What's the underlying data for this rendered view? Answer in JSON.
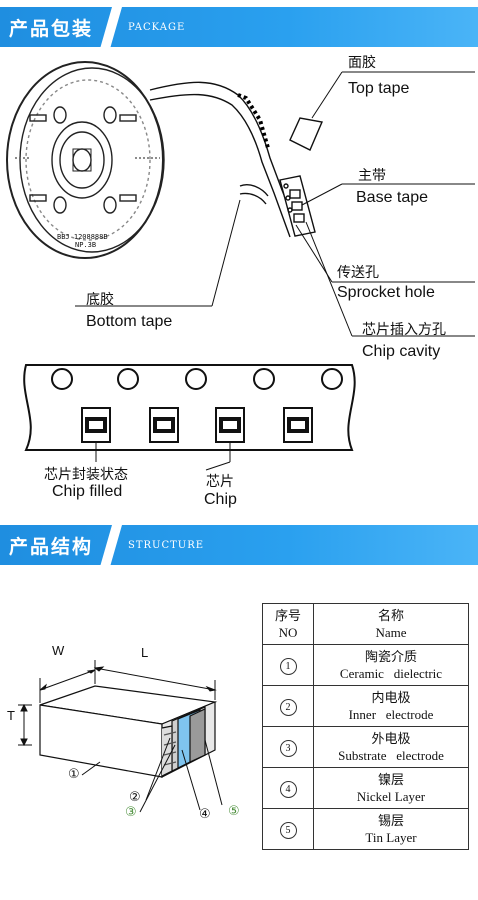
{
  "package_banner": {
    "title_cn": "产品包装",
    "title_en": "PACKAGE"
  },
  "structure_banner": {
    "title_cn": "产品结构",
    "title_en": "STRUCTURE"
  },
  "tape_labels": {
    "top_tape_cn": "面胶",
    "top_tape_en": "Top tape",
    "base_tape_cn": "主带",
    "base_tape_en": "Base tape",
    "sprocket_cn": "传送孔",
    "sprocket_en": "Sprocket hole",
    "bottom_tape_cn": "底胶",
    "bottom_tape_en": "Bottom tape",
    "cavity_cn": "芯片插入方孔",
    "cavity_en": "Chip cavity",
    "filled_cn": "芯片封装状态",
    "filled_en": "Chip filled",
    "chip_cn": "芯片",
    "chip_en": "Chip"
  },
  "reel_text": {
    "line1": "BBJ 1208888B",
    "line2": "NP.3B"
  },
  "dims": {
    "w": "W",
    "l": "L",
    "t": "T"
  },
  "callouts": [
    "①",
    "②",
    "③",
    "④",
    "⑤"
  ],
  "spec_table": {
    "header": {
      "no_cn": "序号",
      "no_en": "NO",
      "name_cn": "名称",
      "name_en": "Name"
    },
    "rows": [
      {
        "no": "1",
        "cn": "陶瓷介质",
        "en": "Ceramic   dielectric"
      },
      {
        "no": "2",
        "cn": "内电极",
        "en": "Inner   electrode"
      },
      {
        "no": "3",
        "cn": "外电极",
        "en": "Substrate   electrode"
      },
      {
        "no": "4",
        "cn": "镍层",
        "en": "Nickel Layer"
      },
      {
        "no": "5",
        "cn": "锡层",
        "en": "Tin Layer"
      }
    ]
  },
  "colors": {
    "banner": "#1f8ee0",
    "electrode_blue": "#7fc4ef"
  }
}
